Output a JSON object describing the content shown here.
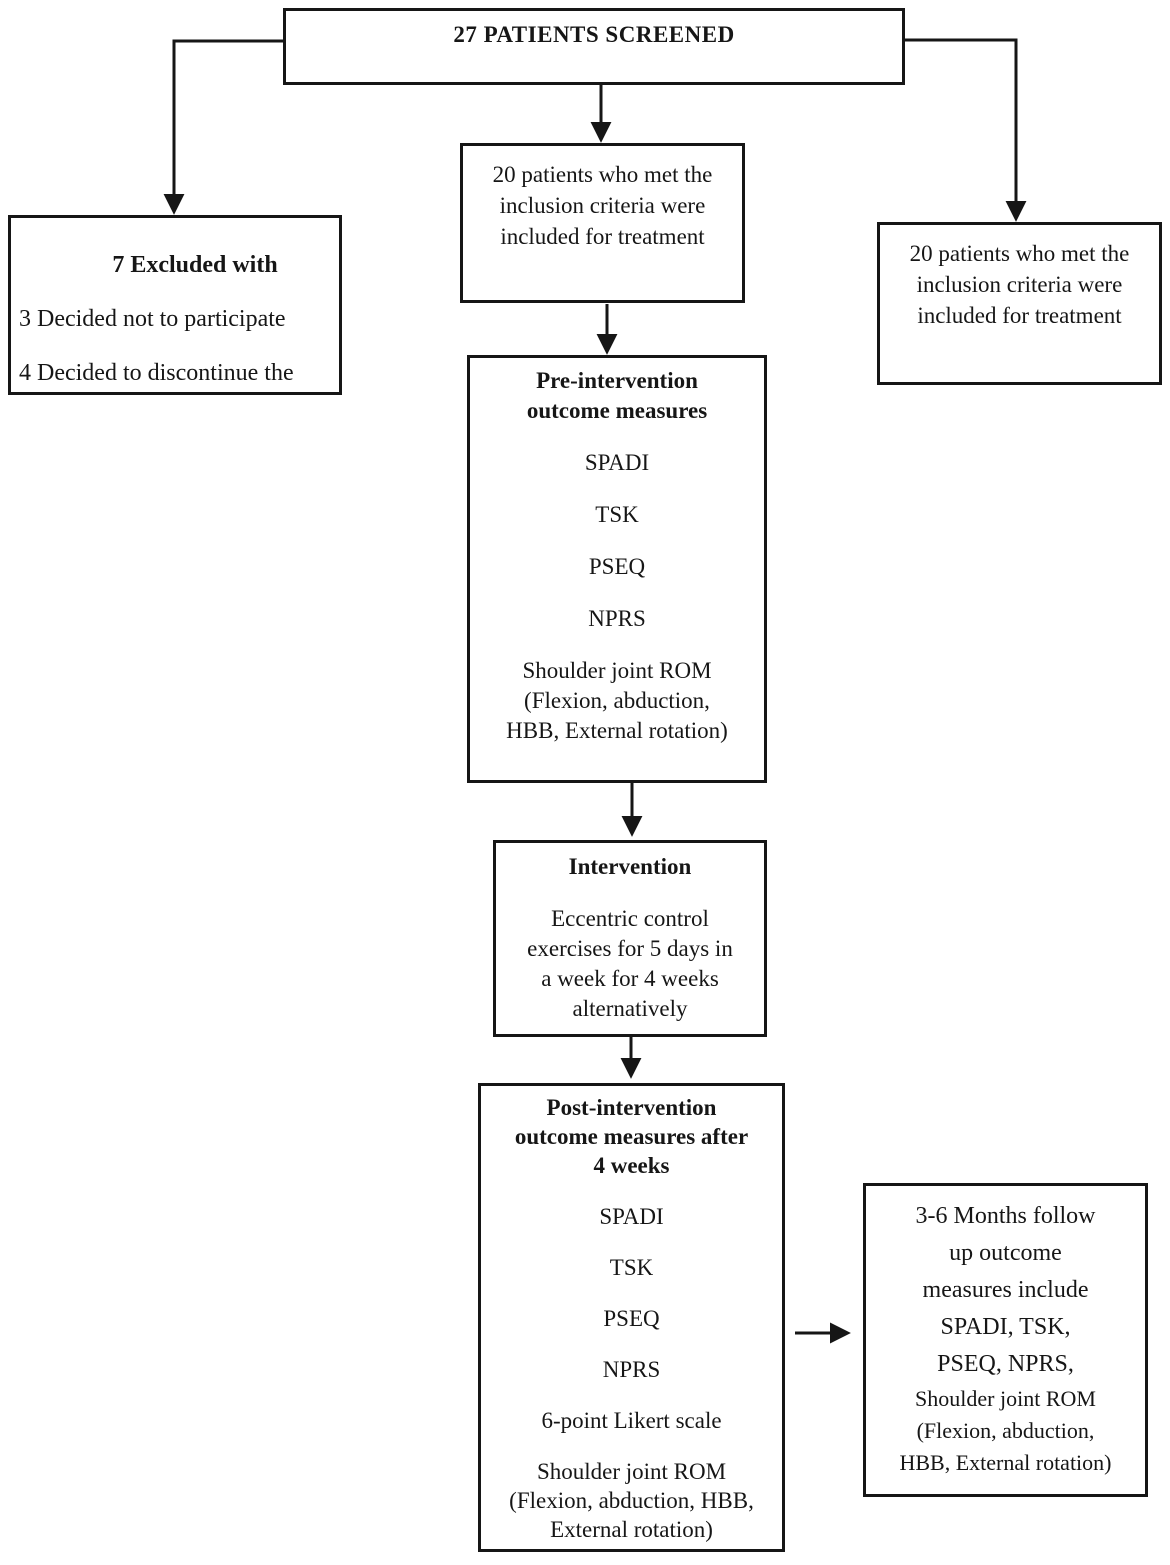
{
  "colors": {
    "ink": "#161616",
    "paper": "#ffffff"
  },
  "boxes": {
    "screened": {
      "label": "27 PATIENTS SCREENED"
    },
    "excluded": {
      "heading": "7 Excluded with",
      "reasons": [
        "3 Decided not to participate",
        "4 Decided to discontinue the"
      ]
    },
    "included_mid": {
      "text": "20 patients who met the\ninclusion criteria were\nincluded for treatment"
    },
    "included_right": {
      "text": "20 patients who met the\ninclusion criteria were\nincluded for treatment"
    },
    "pre_intervention": {
      "title": "Pre-intervention\noutcome measures",
      "items": [
        "SPADI",
        "TSK",
        "PSEQ",
        "NPRS",
        "Shoulder joint ROM\n(Flexion, abduction,\nHBB, External rotation)"
      ]
    },
    "intervention": {
      "title": "Intervention",
      "body": "Eccentric control\nexercises for 5 days in\na week for 4 weeks\nalternatively"
    },
    "post_intervention": {
      "title": "Post-intervention\noutcome measures after\n4 weeks",
      "items": [
        "SPADI",
        "TSK",
        "PSEQ",
        "NPRS",
        "6-point Likert scale",
        "Shoulder joint ROM\n(Flexion, abduction, HBB,\nExternal rotation)"
      ]
    },
    "followup": {
      "main": "3-6 Months follow\nup outcome\nmeasures include\nSPADI, TSK,\nPSEQ, NPRS,",
      "rom": "Shoulder joint ROM\n(Flexion, abduction,\nHBB, External rotation)"
    }
  }
}
